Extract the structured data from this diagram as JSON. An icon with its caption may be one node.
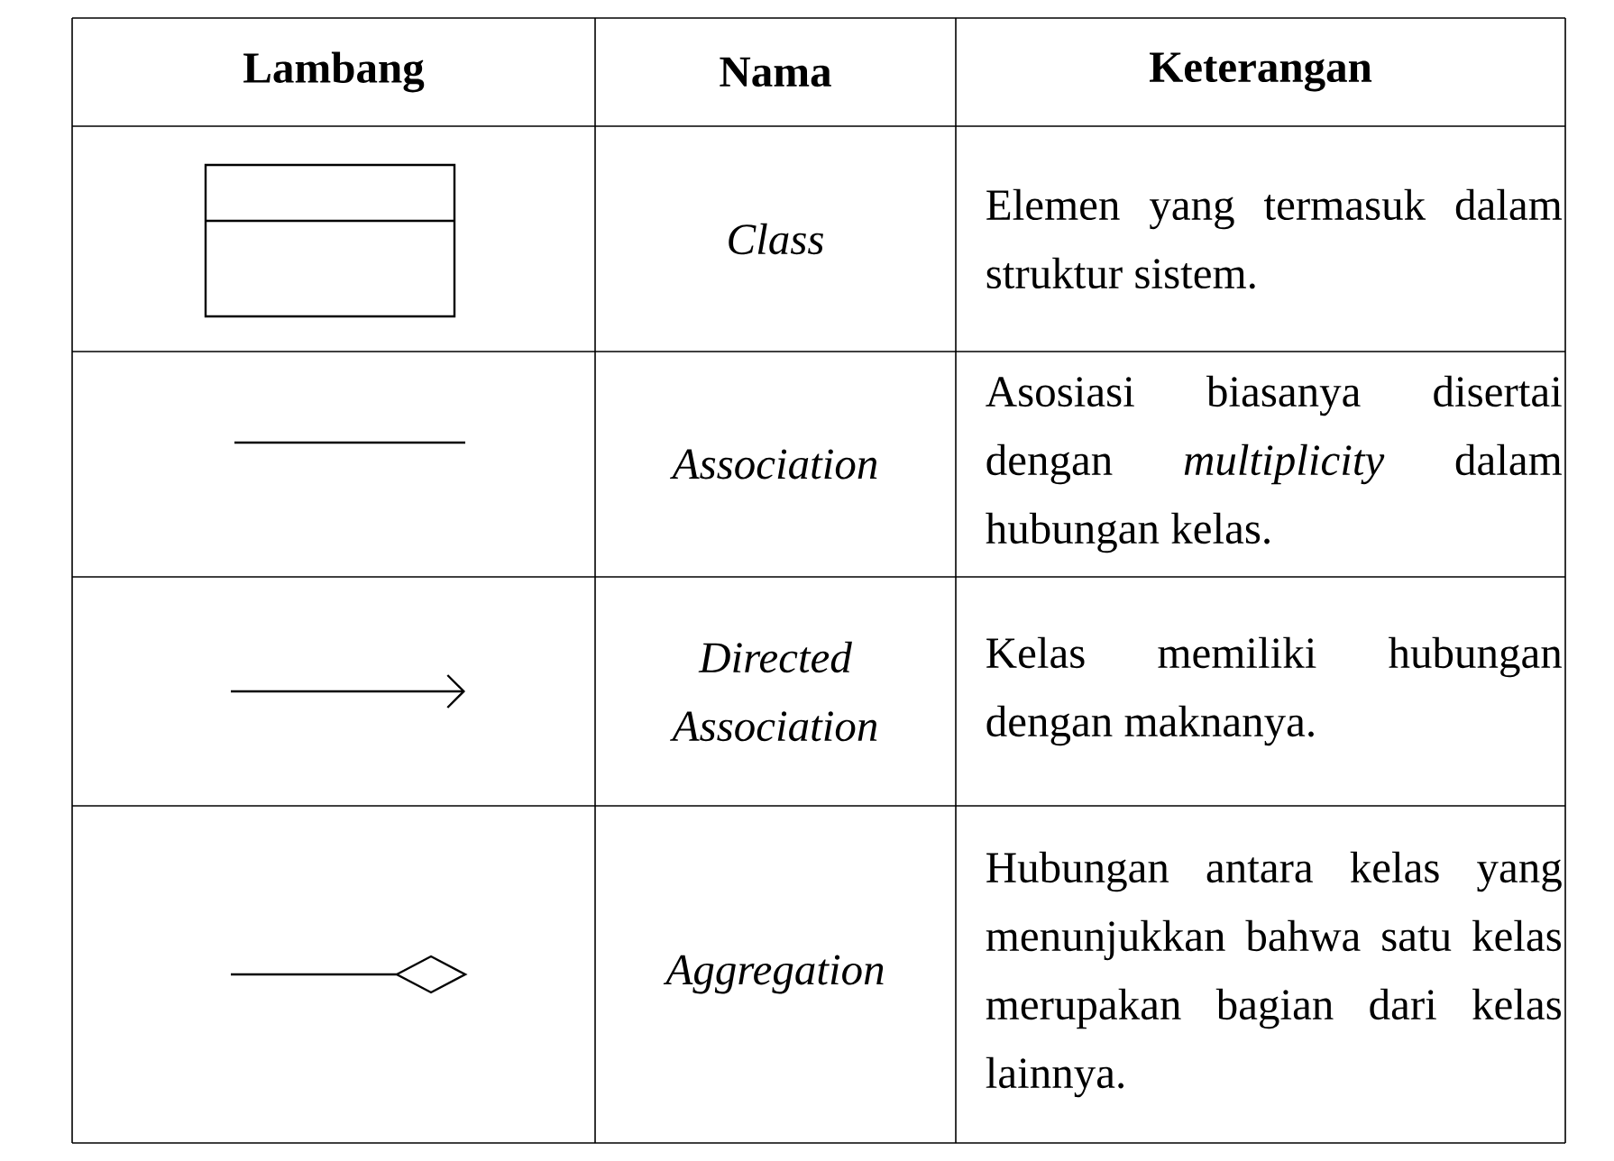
{
  "diagram": {
    "labels": [
      "Lambang",
      "Nama",
      "Keterangan",
      "Class",
      "Elemen yang termasuk dalam struktur sistem.",
      "Association",
      "Asosiasi biasanya disertai dengan *multiplicity* dalam hubungan kelas.",
      "Directed Association",
      "Kelas memiliki hubungan dengan maknanya.",
      "Aggregation",
      "Hubungan antara kelas yang menunjukkan bahwa satu kelas merupakan bagian dari kelas lainnya."
    ]
  }
}
